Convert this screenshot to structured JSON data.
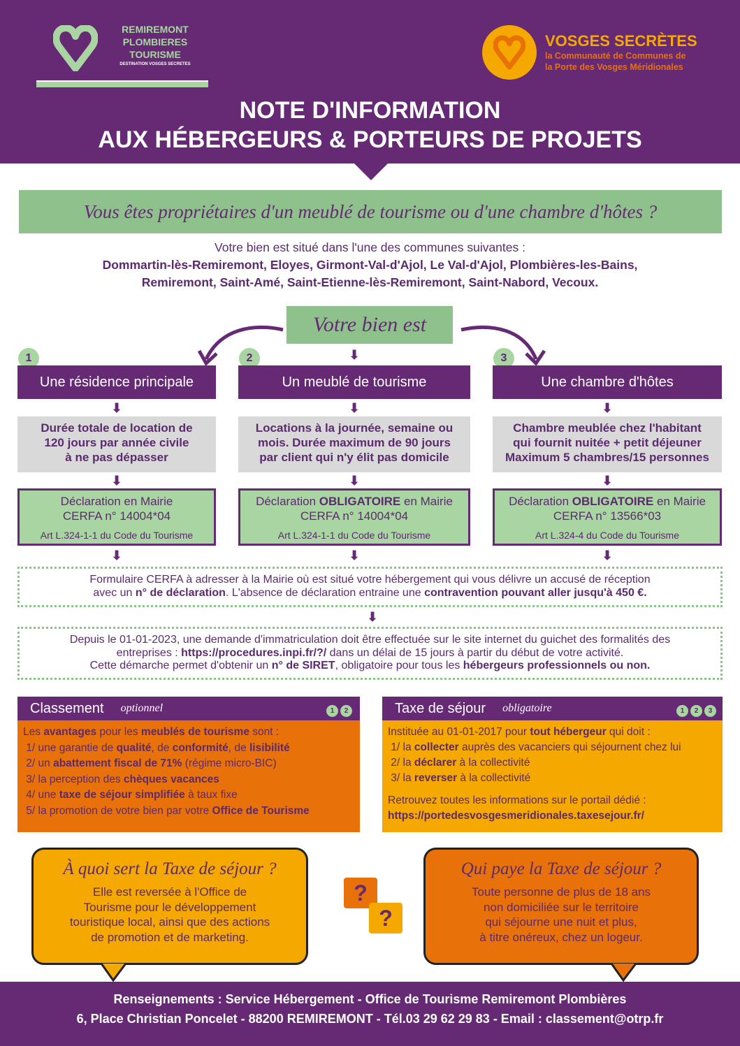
{
  "header": {
    "logo_left": {
      "line1": "REMIREMONT",
      "line2": "PLOMBIERES",
      "line3": "TOURISME",
      "tagline": "DESTINATION VOSGES SECRETES"
    },
    "logo_right": {
      "title": "VOSGES SECRÈTES",
      "line1": "la Communauté de Communes de",
      "line2": "la Porte des Vosges Méridionales"
    },
    "title_line1": "NOTE D'INFORMATION",
    "title_line2": "AUX HÉBERGEURS & PORTEURS DE PROJETS"
  },
  "banner": "Vous êtes propriétaires d'un meublé de tourisme ou d'une chambre d'hôtes ?",
  "communes": {
    "intro": "Votre bien est situé dans l'une des communes suivantes :",
    "line1": "Dommartin-lès-Remiremont, Eloyes, Girmont-Val-d'Ajol, Le Val-d'Ajol, Plombières-les-Bains,",
    "line2": "Remiremont, Saint-Amé, Saint-Etienne-lès-Remiremont, Saint-Nabord, Vecoux."
  },
  "votre_bien": "Votre bien est",
  "columns": [
    {
      "num": "1",
      "title": "Une résidence principale",
      "desc": [
        "Durée totale de location de",
        "120 jours par année civile",
        "à ne pas dépasser"
      ],
      "decl": [
        {
          "t": "Déclaration en Mairie"
        }
      ],
      "cerfa": "CERFA n° 14004*04",
      "art": "Art L.324-1-1 du Code du Tourisme"
    },
    {
      "num": "2",
      "title": "Un meublé de tourisme",
      "desc": [
        "Locations à la journée, semaine ou",
        "mois. Durée maximum de 90 jours",
        "par client qui n'y élit pas domicile"
      ],
      "decl": [
        {
          "t": "Déclaration "
        },
        {
          "t": "OBLIGATOIRE",
          "b": true
        },
        {
          "t": " en Mairie"
        }
      ],
      "cerfa": "CERFA n° 14004*04",
      "art": "Art L.324-1-1 du Code du Tourisme"
    },
    {
      "num": "3",
      "title": "Une chambre d'hôtes",
      "desc": [
        "Chambre meublée chez l'habitant",
        "qui fournit nuitée + petit déjeuner",
        "Maximum 5 chambres/15 personnes"
      ],
      "decl": [
        {
          "t": "Déclaration "
        },
        {
          "t": "OBLIGATOIRE",
          "b": true
        },
        {
          "t": " en Mairie"
        }
      ],
      "cerfa": "CERFA n° 13566*03",
      "art": "Art L.324-4 du Code du Tourisme"
    }
  ],
  "notice1": [
    [
      {
        "t": "Formulaire CERFA à adresser à la Mairie où est situé votre hébergement qui vous délivre un accusé de réception"
      }
    ],
    [
      {
        "t": "avec un "
      },
      {
        "t": "n° de déclaration",
        "b": true
      },
      {
        "t": ". L'absence de déclaration entraine une "
      },
      {
        "t": "contravention pouvant aller jusqu'à 450 €.",
        "b": true
      }
    ]
  ],
  "notice2": [
    [
      {
        "t": "Depuis le 01-01-2023, une demande d'immatriculation doit être effectuée sur le site internet du guichet des formalités des"
      }
    ],
    [
      {
        "t": "entreprises : "
      },
      {
        "t": "https://procedures.inpi.fr/?/",
        "b": true
      },
      {
        "t": " dans un délai de 15 jours à partir du début de votre activité."
      }
    ],
    [
      {
        "t": "Cette démarche permet d'obtenir un "
      },
      {
        "t": "n° de SIRET",
        "b": true
      },
      {
        "t": ", obligatoire pour tous les "
      },
      {
        "t": "hébergeurs professionnels ou non.",
        "b": true
      }
    ]
  ],
  "classement": {
    "title": "Classement",
    "subtitle": "optionnel",
    "badges": [
      "1",
      "2"
    ],
    "lines": [
      [
        {
          "t": "Les "
        },
        {
          "t": "avantages",
          "b": true
        },
        {
          "t": " pour les "
        },
        {
          "t": "meublés de tourisme",
          "b": true
        },
        {
          "t": " sont :"
        }
      ],
      [
        {
          "t": " 1/ une garantie de "
        },
        {
          "t": "qualité",
          "b": true
        },
        {
          "t": ", de "
        },
        {
          "t": "conformité",
          "b": true
        },
        {
          "t": ", de "
        },
        {
          "t": "lisibilité",
          "b": true
        }
      ],
      [
        {
          "t": " 2/ un "
        },
        {
          "t": "abattement fiscal de 71%",
          "b": true
        },
        {
          "t": " (régime micro-BIC)"
        }
      ],
      [
        {
          "t": " 3/ la perception des "
        },
        {
          "t": "chèques vacances",
          "b": true
        }
      ],
      [
        {
          "t": " 4/ une "
        },
        {
          "t": "taxe de séjour simplifiée",
          "b": true
        },
        {
          "t": " à taux fixe"
        }
      ],
      [
        {
          "t": " 5/ la promotion de votre bien par votre "
        },
        {
          "t": "Office de Tourisme",
          "b": true
        }
      ]
    ]
  },
  "taxe": {
    "title": "Taxe de séjour",
    "subtitle": "obligatoire",
    "badges": [
      "1",
      "2",
      "3"
    ],
    "lines": [
      [
        {
          "t": "Instituée au 01-01-2017 pour "
        },
        {
          "t": "tout hébergeur",
          "b": true
        },
        {
          "t": " qui doit :"
        }
      ],
      [
        {
          "t": " 1/ la "
        },
        {
          "t": "collecter",
          "b": true
        },
        {
          "t": " auprès des vacanciers qui séjournent chez lui"
        }
      ],
      [
        {
          "t": " 2/ la "
        },
        {
          "t": "déclarer",
          "b": true
        },
        {
          "t": " à la collectivité"
        }
      ],
      [
        {
          "t": " 3/ la "
        },
        {
          "t": "reverser",
          "b": true
        },
        {
          "t": " à la collectivité"
        }
      ]
    ],
    "portal_text": "Retrouvez toutes les informations sur le portail dédié :",
    "portal_url": "https://portedesvosgesmeridionales.taxesejour.fr/"
  },
  "bubble_left": {
    "title": "À quoi sert la Taxe de séjour ?",
    "text": [
      "Elle est reversée à l'Office de",
      "Tourisme pour le développement",
      "touristique local, ainsi que des actions",
      "de promotion et de marketing."
    ]
  },
  "bubble_right": {
    "title": "Qui paye la Taxe de séjour ?",
    "text": [
      "Toute personne de plus de 18 ans",
      "non domiciliée sur le territoire",
      "qui séjourne une nuit et plus,",
      "à titre onéreux, chez un logeur."
    ]
  },
  "footer": {
    "line1": "Renseignements : Service Hébergement - Office de Tourisme Remiremont Plombières",
    "line2": "6, Place Christian Poncelet - 88200 REMIREMONT - Tél.03 29 62 29 83 - Email : classement@otrp.fr"
  },
  "colors": {
    "purple": "#662a74",
    "green": "#a8d5a2",
    "orange": "#e8710a",
    "yellow": "#f5a800",
    "grey": "#d9d9d9"
  }
}
